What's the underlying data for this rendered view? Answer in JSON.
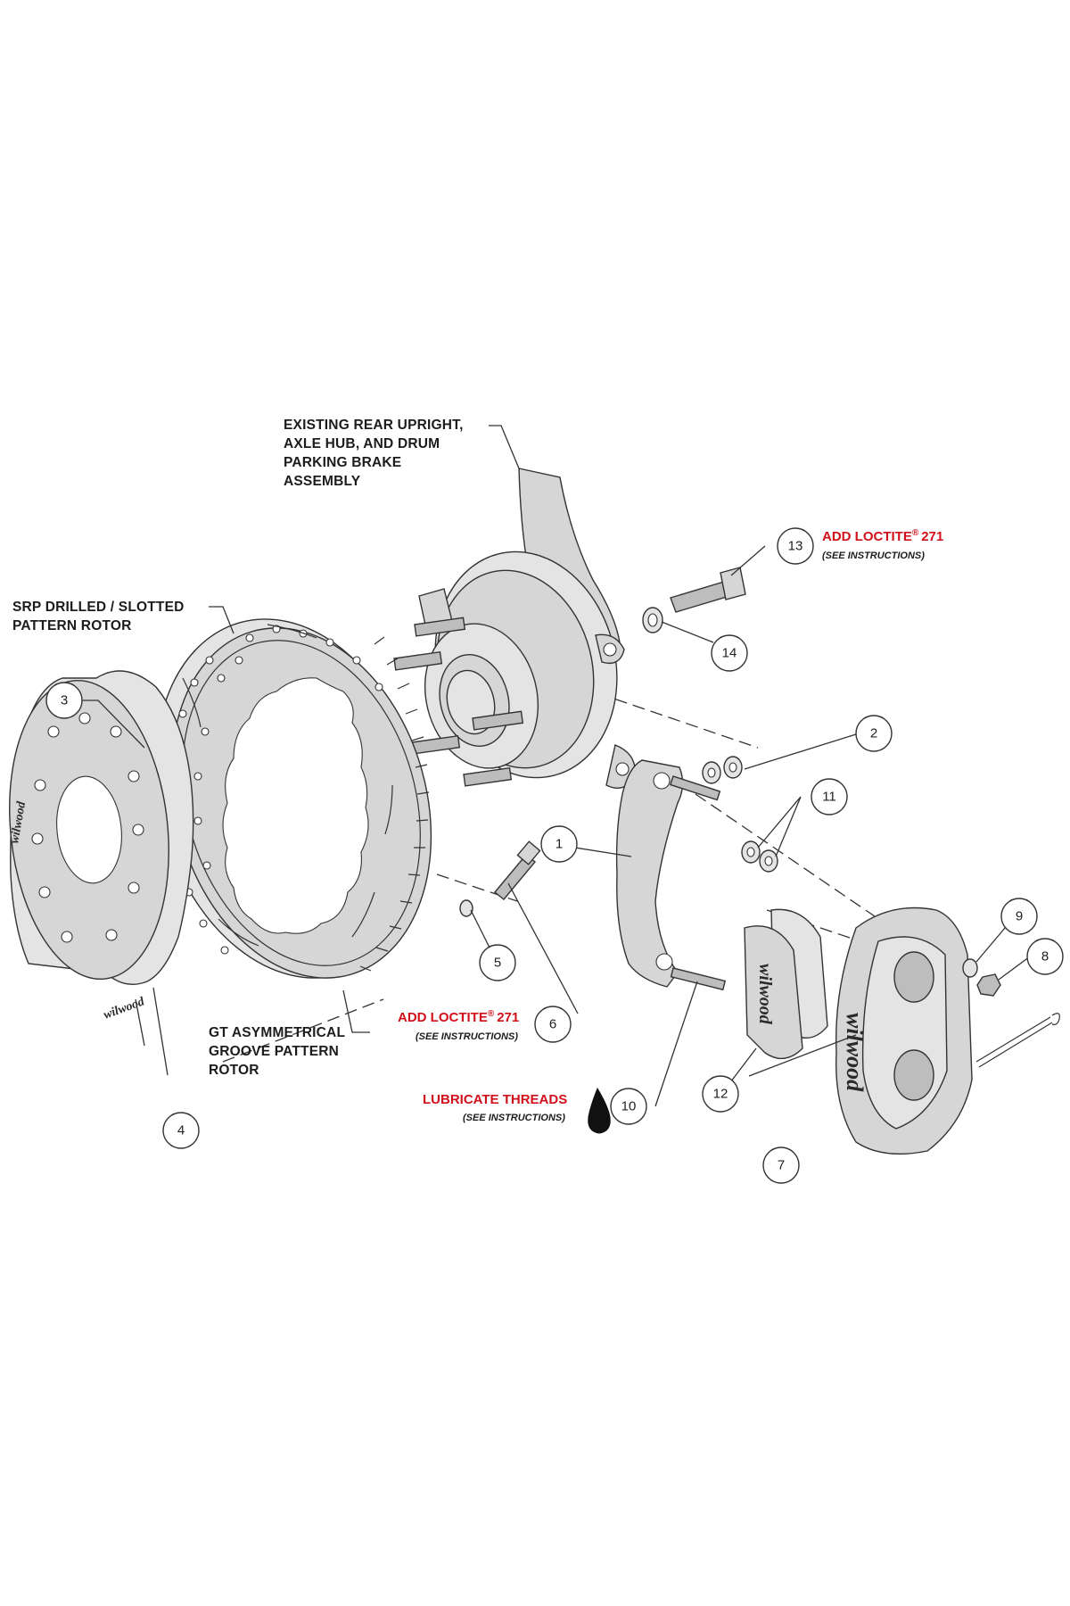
{
  "labels": {
    "upright_line1": "EXISTING REAR UPRIGHT,",
    "upright_line2": "AXLE HUB, AND DRUM",
    "upright_line3": "PARKING BRAKE",
    "upright_line4": "ASSEMBLY",
    "srp_line1": "SRP DRILLED / SLOTTED",
    "srp_line2": "PATTERN ROTOR",
    "gt_line1": "GT ASYMMETRICAL",
    "gt_line2": "GROOVE PATTERN",
    "gt_line3": "ROTOR"
  },
  "notes": {
    "loctite_top_main": "ADD LOCTITE",
    "loctite_top_reg": "®",
    "loctite_top_num": "271",
    "loctite_top_sub": "(SEE INSTRUCTIONS)",
    "loctite_mid_main": "ADD LOCTITE",
    "loctite_mid_reg": "®",
    "loctite_mid_num": "271",
    "loctite_mid_sub": "(SEE INSTRUCTIONS)",
    "lubricate_main": "LUBRICATE THREADS",
    "lubricate_sub": "(SEE INSTRUCTIONS)"
  },
  "callouts": {
    "c1": "1",
    "c2": "2",
    "c3": "3",
    "c4": "4",
    "c5": "5",
    "c6": "6",
    "c7": "7",
    "c8": "8",
    "c9": "9",
    "c10": "10",
    "c11": "11",
    "c12": "12",
    "c13": "13",
    "c14": "14"
  },
  "logos": {
    "brand": "wilwood"
  },
  "colors": {
    "note_red": "#d0101a",
    "line": "#333333",
    "part_fill": "#d6d6d6"
  },
  "icons": {
    "lubricate": "oil-drop-icon"
  }
}
